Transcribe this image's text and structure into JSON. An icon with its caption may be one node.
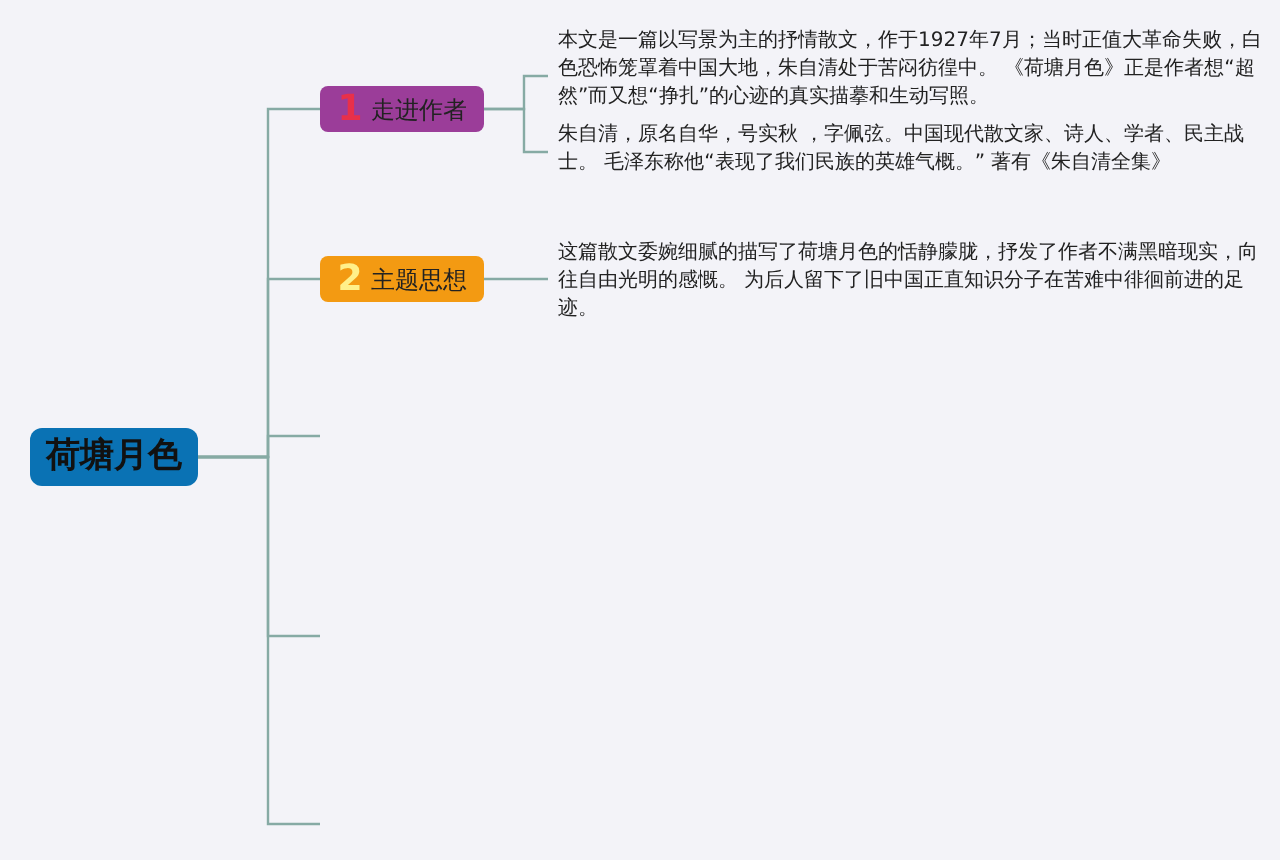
{
  "diagram": {
    "nodes": [
      {
        "text": [
          "荷塘月色"
        ]
      },
      {
        "text": [
          "1",
          "走进作者"
        ]
      },
      {
        "text": [
          "2",
          "主题思想"
        ]
      },
      {
        "text": [
          "本文是一篇以写景为主的抒情散文，作于1927年7月；当时正值大革命失败，白色恐怖笼罩着中国大地，朱自清处于苦闷彷徨中。 《荷塘月色》正是作者想“超然”而又想“挣扎”的心迹的真实描摹和生动写照。"
        ]
      },
      {
        "text": [
          "朱自清，原名自华，号实秋 ，字佩弦。中国现代散文家、诗人、学者、民主战士。 毛泽东称他“表现了我们民族的英雄气概。” 著有《朱自清全集》"
        ]
      },
      {
        "text": [
          "这篇散文委婉细腻的描写了荷塘月色的恬静朦胧，抒发了作者不满黑暗现实，向往自由光明的感慨。 为后人留下了旧中国正直知识分子在苦难中徘徊前进的足迹。"
        ]
      }
    ],
    "edges": [
      {
        "from": 0,
        "to": 1,
        "arrow": "none"
      },
      {
        "from": 0,
        "to": 2,
        "arrow": "none"
      },
      {
        "from": 0,
        "to": null,
        "arrow": "none"
      },
      {
        "from": 0,
        "to": null,
        "arrow": "none"
      },
      {
        "from": 0,
        "to": null,
        "arrow": "none"
      },
      {
        "from": 1,
        "to": 3,
        "arrow": "none"
      },
      {
        "from": 1,
        "to": 4,
        "arrow": "none"
      },
      {
        "from": 2,
        "to": 5,
        "arrow": "none"
      }
    ]
  }
}
